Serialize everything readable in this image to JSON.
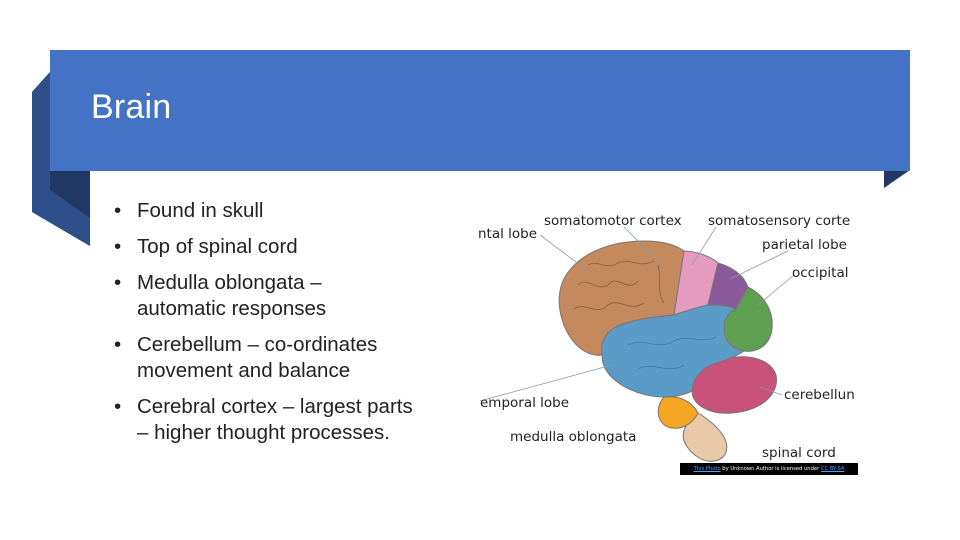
{
  "slide": {
    "title": "Brain",
    "bullets": [
      "Found in skull",
      "Top of spinal cord",
      "Medulla oblongata – automatic responses",
      "Cerebellum – co-ordinates movement and balance",
      "Cerebral cortex – largest parts – higher thought processes."
    ],
    "bullet_glyph": "•"
  },
  "diagram": {
    "labels": {
      "frontal": "ntal lobe",
      "somatomotor": "somatomotor cortex",
      "somatosensory": "somatosensory corte",
      "parietal": "parietal lobe",
      "occipital": "occipital",
      "temporal": "emporal lobe",
      "cerebellum": "cerebellun",
      "medulla": "medulla oblongata",
      "spinal": "spinal cord"
    },
    "attribution": {
      "link1": "This Photo",
      "middle": " by Unknown Author is licensed under ",
      "link2": "CC BY-SA"
    },
    "colors": {
      "frontal": "#c48a5e",
      "temporal": "#5b9bc8",
      "parietal": "#8a5a9c",
      "somatosensory": "#e59bbf",
      "occipital": "#5e9f52",
      "cerebellum": "#c8527a",
      "brainstem": "#f5a623",
      "spinal": "#e8c9a8"
    }
  },
  "theme": {
    "title_bar": "#4472c4",
    "wedge": "#203864"
  }
}
